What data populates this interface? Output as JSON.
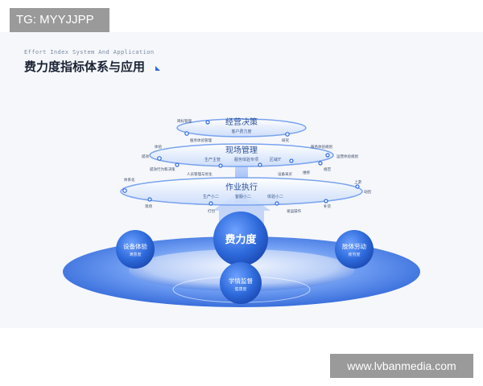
{
  "watermark_top": "TG: MYYJJPP",
  "watermark_bottom": "www.lvbanmedia.com",
  "subtitle": "Effort Index System And Application",
  "title": "费力度指标体系与应用",
  "accent": "#2f6bdc",
  "tiers": {
    "top": {
      "title": "经营决策",
      "sub": "客户费力度"
    },
    "mid": {
      "title": "现场管理",
      "sub": [
        "生产主管",
        "服务体验专项",
        "区域IT"
      ]
    },
    "low": {
      "title": "作业执行",
      "sub": [
        "生产小二",
        "客服小二",
        "体验小二"
      ]
    }
  },
  "center": {
    "label": "费力度"
  },
  "left_sphere": {
    "title": "设备体验",
    "sub": "满意度"
  },
  "right_sphere": {
    "title": "肢体劳动",
    "sub": "疲劳度"
  },
  "bottom_sphere": {
    "title": "学情监督",
    "sub": "健康度"
  },
  "ring_labels": {
    "top": [
      "目标管理",
      "服务体验管理",
      "研究"
    ],
    "mid_left": [
      "体验",
      "提效",
      "提效行为和决策"
    ],
    "mid_right": [
      "服务体验规划",
      "运营体验规划",
      "规范"
    ],
    "mid_bottom": [
      "人员管理与优化",
      "设备采买",
      "维修"
    ],
    "low_left": [
      "体系化",
      "现场"
    ],
    "low_right": [
      "上游",
      "动因"
    ],
    "low_bottom": [
      "打包",
      "发运操作",
      "补货"
    ]
  }
}
